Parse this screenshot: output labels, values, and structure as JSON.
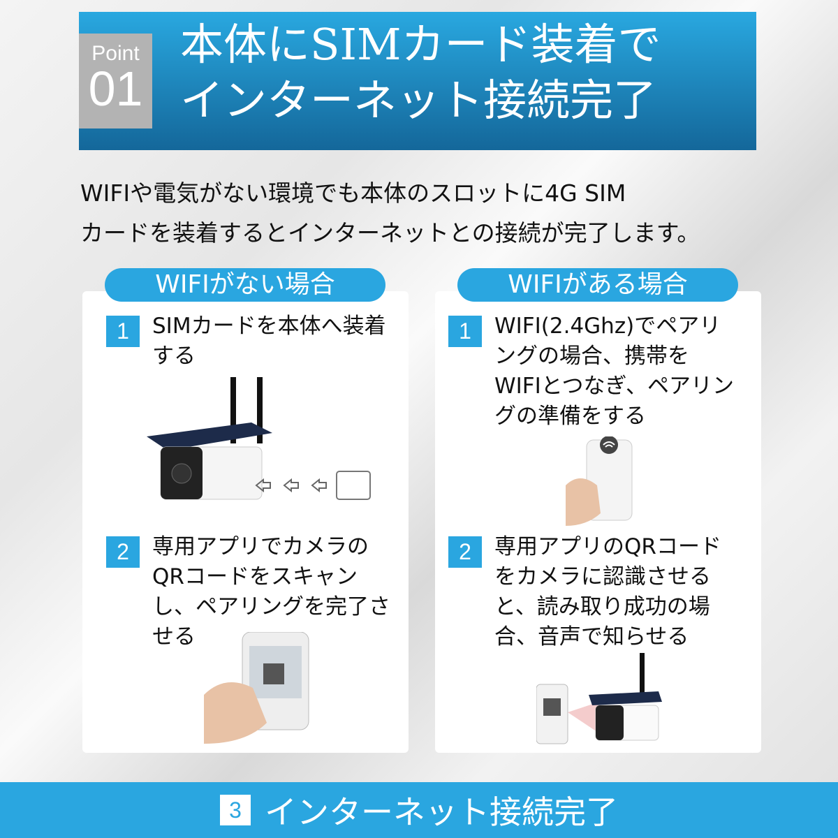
{
  "header": {
    "point_label": "Point",
    "point_number": "01",
    "title_line1": "本体にSIMカード装着で",
    "title_line2": "インターネット接続完了"
  },
  "intro": {
    "line1": "WIFIや電気がない環境でも本体のスロットに4G SIM",
    "line2": "カードを装着するとインターネットとの接続が完了します。"
  },
  "left": {
    "title": "WIFIがない場合",
    "steps": [
      {
        "num": "1",
        "text": "SIMカードを本体へ装着する"
      },
      {
        "num": "2",
        "text": "専用アプリでカメラのQRコードをスキャンし、ペアリングを完了させる"
      }
    ]
  },
  "right": {
    "title": "WIFIがある場合",
    "steps": [
      {
        "num": "1",
        "text": "WIFI(2.4Ghz)でペアリングの場合、携帯をWIFIとつなぎ、ペアリングの準備をする"
      },
      {
        "num": "2",
        "text": "専用アプリのQRコードをカメラに認識させると、読み取り成功の場合、音声で知らせる"
      }
    ]
  },
  "bottom": {
    "num": "3",
    "text": "インターネット接続完了"
  },
  "colors": {
    "accent": "#2aa6e0",
    "header_top": "#29a8e0",
    "header_bottom": "#14679a",
    "point_bg": "#b3b3b3"
  }
}
